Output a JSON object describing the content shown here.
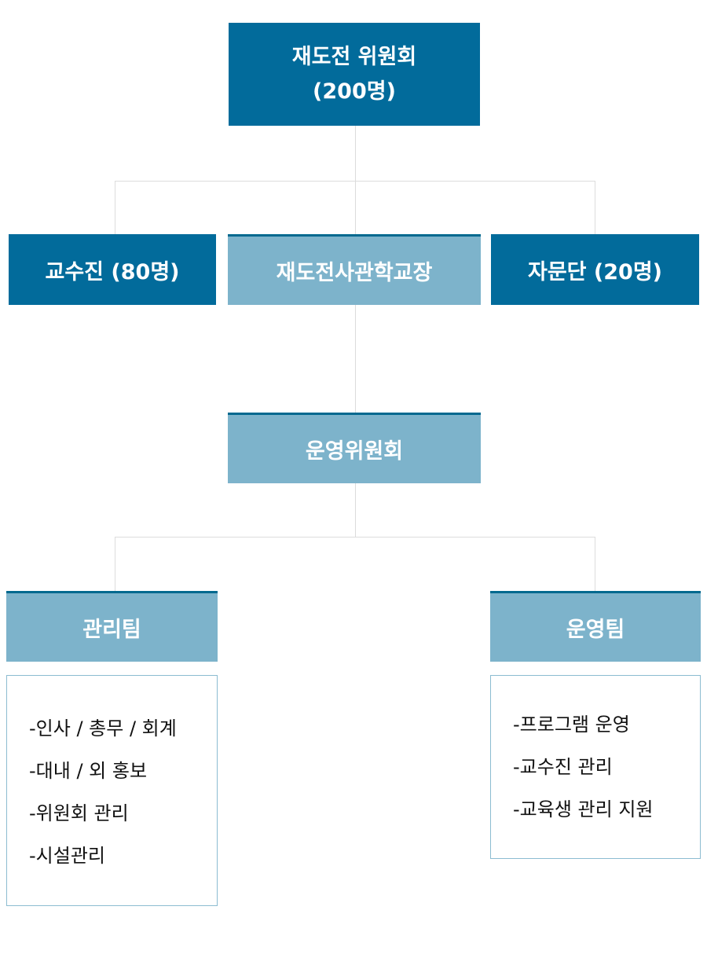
{
  "top": {
    "line1": "재도전 위원회",
    "line2": "(200명)"
  },
  "level2": {
    "left": "교수진 (80명)",
    "center": "재도전사관학교장",
    "right": "자문단 (20명)"
  },
  "committee": "운영위원회",
  "teams": {
    "management": {
      "title": "관리팀",
      "items": [
        "-인사 / 총무 / 회계",
        "-대내 / 외 홍보",
        "-위원회 관리",
        "-시설관리"
      ]
    },
    "operations": {
      "title": "운영팀",
      "items": [
        "-프로그램 운영",
        "-교수진 관리",
        "-교육생 관리 지원"
      ]
    }
  },
  "colors": {
    "dark": "#026b9b",
    "light": "#7db3cb",
    "line": "#dcdcdc",
    "list_border": "#8cbcd1"
  }
}
